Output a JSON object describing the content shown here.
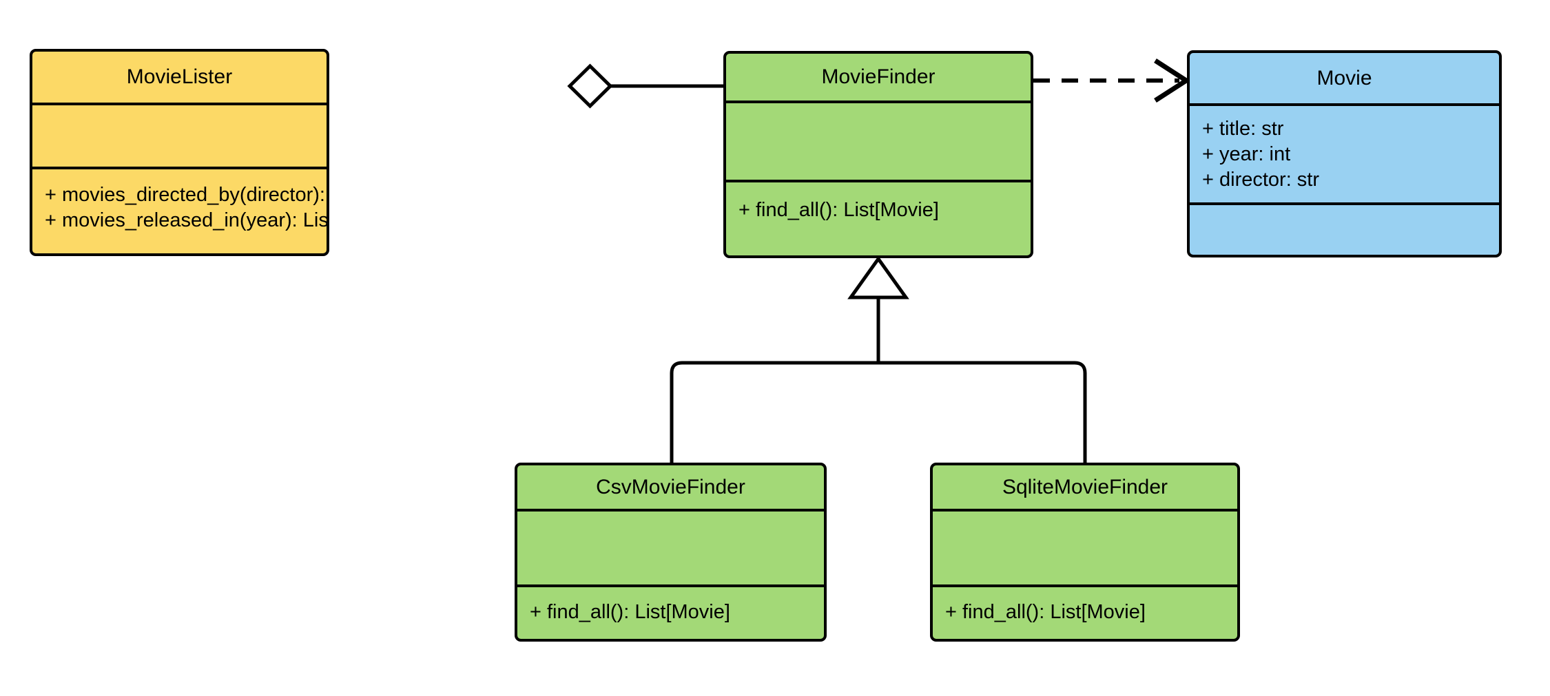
{
  "diagram": {
    "type": "uml-class-diagram",
    "background": "#ffffff",
    "line_color": "#000000",
    "classes": [
      {
        "id": "movielister",
        "name": "MovieLister",
        "fill": "#fcd966",
        "attributes": [],
        "methods": [
          "+ movies_directed_by(director): List[Movie]",
          "+ movies_released_in(year): List[Movie]"
        ]
      },
      {
        "id": "moviefinder",
        "name": "MovieFinder",
        "fill": "#a3d977",
        "attributes": [],
        "methods": [
          "+ find_all(): List[Movie]"
        ]
      },
      {
        "id": "movie",
        "name": "Movie",
        "fill": "#99d1f2",
        "attributes": [
          "+ title: str",
          "+ year: int",
          "+ director: str"
        ],
        "methods": []
      },
      {
        "id": "csvmoviefinder",
        "name": "CsvMovieFinder",
        "fill": "#a3d977",
        "attributes": [],
        "methods": [
          "+ find_all(): List[Movie]"
        ]
      },
      {
        "id": "sqlitemoviefinder",
        "name": "SqliteMovieFinder",
        "fill": "#a3d977",
        "attributes": [],
        "methods": [
          "+ find_all(): List[Movie]"
        ]
      }
    ],
    "relationships": [
      {
        "kind": "aggregation",
        "from": "movielister",
        "to": "moviefinder",
        "marker": "hollow-diamond",
        "line": "solid"
      },
      {
        "kind": "dependency",
        "from": "moviefinder",
        "to": "movie",
        "marker": "open-arrow",
        "line": "dashed"
      },
      {
        "kind": "generalization",
        "from": "csvmoviefinder",
        "to": "moviefinder",
        "marker": "hollow-triangle",
        "line": "solid"
      },
      {
        "kind": "generalization",
        "from": "sqlitemoviefinder",
        "to": "moviefinder",
        "marker": "hollow-triangle",
        "line": "solid"
      }
    ]
  }
}
